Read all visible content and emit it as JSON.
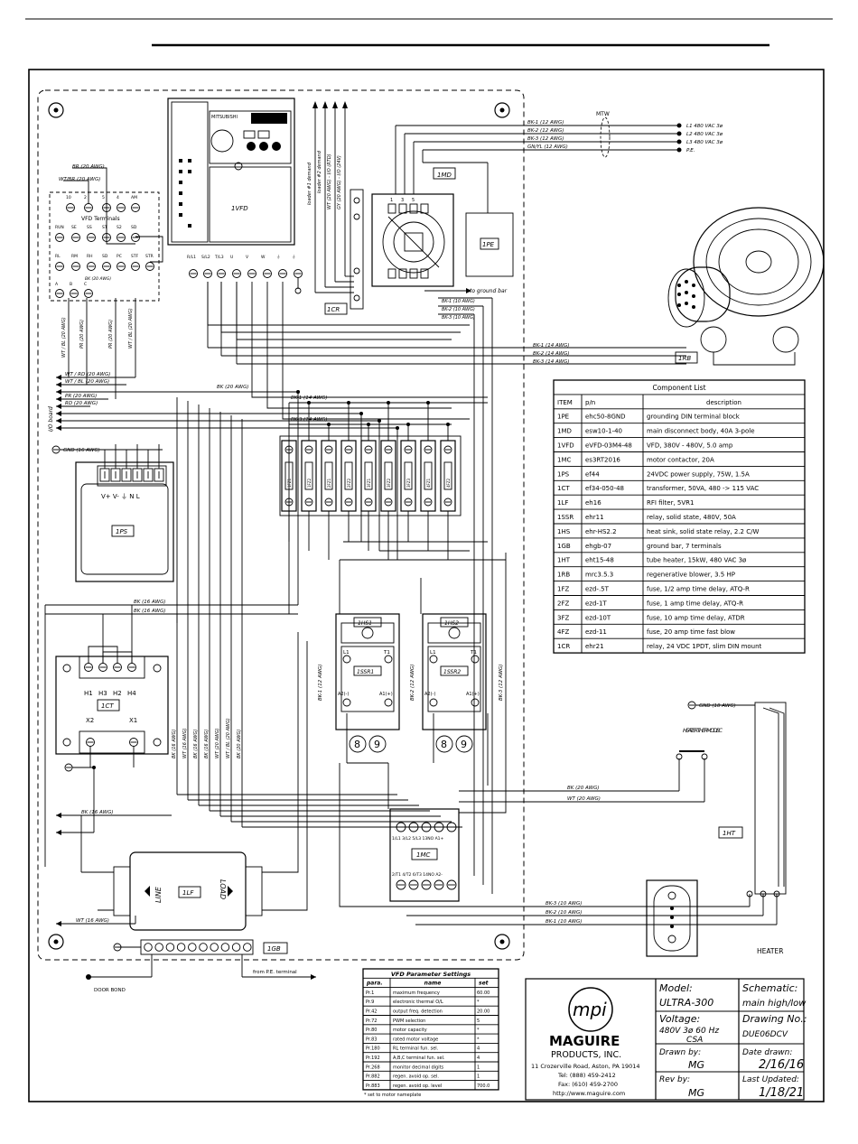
{
  "tb": {
    "model_label": "Model:",
    "model": "ULTRA-300",
    "schematic_label": "Schematic:",
    "schematic": "main high/low",
    "voltage_label": "Voltage:",
    "voltage": "480V 3ø 60 Hz",
    "voltage_sub": "CSA",
    "drawing_no_label": "Drawing No.:",
    "drawing_no": "DUE06DCV",
    "drawn_by_label": "Drawn by:",
    "drawn_by": "MG",
    "date_drawn_label": "Date drawn:",
    "date_drawn": "2/16/16",
    "rev_by_label": "Rev by:",
    "rev_by": "MG",
    "updated_label": "Last Updated:",
    "updated": "1/18/21",
    "logo": "mpi",
    "company": "MAGUIRE",
    "company_sub": "PRODUCTS, INC.",
    "addr": "11 Crozerville Road, Aston, PA 19014",
    "tel": "Tel: (888) 459-2412",
    "fax": "Fax: (610) 459-2700",
    "web": "http://www.maguire.com"
  },
  "comp": {
    "title": "Component List",
    "head": [
      "ITEM",
      "p/n",
      "description"
    ],
    "rows": [
      [
        "1PE",
        "ehc50-8GND",
        "grounding DIN terminal block"
      ],
      [
        "1MD",
        "esw10-1-40",
        "main disconnect body, 40A 3-pole"
      ],
      [
        "1VFD",
        "eVFD-03M4-48",
        "VFD, 380V - 480V, 5.0 amp"
      ],
      [
        "1MC",
        "es3RT2016",
        "motor contactor, 20A"
      ],
      [
        "1PS",
        "ef44",
        "24VDC power supply, 75W, 1.5A"
      ],
      [
        "1CT",
        "ef34-050-48",
        "transformer, 50VA, 480 -> 115 VAC"
      ],
      [
        "1LF",
        "eh16",
        "RFI filter, 5VR1"
      ],
      [
        "1SSR",
        "ehr11",
        "relay, solid state, 480V, 50A"
      ],
      [
        "1HS",
        "ehr-HS2.2",
        "heat sink, solid state relay, 2.2 C/W"
      ],
      [
        "1GB",
        "ehgb-07",
        "ground bar, 7 terminals"
      ],
      [
        "1HT",
        "eht15-48",
        "tube heater, 15kW, 480 VAC 3ø"
      ],
      [
        "1RB",
        "mrc3.5.3",
        "regenerative blower, 3.5 HP"
      ],
      [
        "1FZ",
        "ezd-.5T",
        "fuse, 1/2 amp time delay, ATQ-R"
      ],
      [
        "2FZ",
        "ezd-1T",
        "fuse, 1 amp time delay, ATQ-R"
      ],
      [
        "3FZ",
        "ezd-10T",
        "fuse, 10 amp time delay, ATDR"
      ],
      [
        "4FZ",
        "ezd-11",
        "fuse, 20 amp time fast blow"
      ],
      [
        "1CR",
        "ehr21",
        "relay, 24 VDC 1PDT, slim DIN mount"
      ]
    ]
  },
  "vfd": {
    "title": "VFD Parameter Settings",
    "head": [
      "para.",
      "name",
      "set"
    ],
    "rows": [
      [
        "Pr.1",
        "maximum frequency",
        "60.00"
      ],
      [
        "Pr.9",
        "electronic thermal O/L",
        "*"
      ],
      [
        "Pr.42",
        "output freq. detection",
        "20.00"
      ],
      [
        "Pr.72",
        "PWM selection",
        "5"
      ],
      [
        "Pr.80",
        "motor capacity",
        "*"
      ],
      [
        "Pr.83",
        "rated motor voltage",
        "*"
      ],
      [
        "Pr.180",
        "RL terminal fun. sel.",
        "4"
      ],
      [
        "Pr.192",
        "A,B,C terminal fun. sel.",
        "4"
      ],
      [
        "Pr.268",
        "monitor decimal digits",
        "1"
      ],
      [
        "Pr.882",
        "regen. avoid op. sel.",
        "1"
      ],
      [
        "Pr.883",
        "regen. avoid op. level",
        "700.0"
      ]
    ],
    "note": "* set to motor nameplate"
  },
  "lbl": {
    "mtw": "MTW",
    "l1": "L1 480 VAC 3ø",
    "l2": "L2 480 VAC 3ø",
    "l3": "L3 480 VAC 3ø",
    "pe": "P.E.",
    "bk1_12": "BK-1 (12 AWG)",
    "bk2_12": "BK-2 (12 AWG)",
    "bk3_12": "BK-3 (12 AWG)",
    "gnyl": "GN/YL (12 AWG)",
    "bk1_14": "BK-1 (14 AWG)",
    "bk2_14": "BK-2 (14 AWG)",
    "bk3_14": "BK-3 (14 AWG)",
    "bk1_10": "BK-1 (10 AWG)",
    "bk2_10": "BK-2 (10 AWG)",
    "bk3_10": "BK-3 (10 AWG)",
    "bk20": "BK (20 AWG)",
    "bk16": "BK (16 AWG)",
    "wt20": "WT (20 AWG)",
    "wt16": "WT (16 AWG)",
    "wtrd": "WT / RD (20 AWG)",
    "wtbl": "WT / BL (20 AWG)",
    "pr20": "PR (20 AWG)",
    "rd20": "RD (20 AWG)",
    "br20": "BR (20 AWG)",
    "wtbr": "WT/BR (20 AWG)",
    "gnd16": "GND (16 AWG)",
    "gnd18": "GND (18 AWG)",
    "ctrl1": "loader #1 demand",
    "ctrl2": "loader #2 demand",
    "ctrl3": "WT (20 AWG) - I/O (RTD)",
    "ctrl4": "GY (20 AWG) - I/O (24V)",
    "ground_bar": "to ground bar",
    "io_board": "I/O board",
    "vfd_terms": "VFD Terminals",
    "vfd_box": "1VFD",
    "mitsu": "MITSUBISHI",
    "md": "1MD",
    "pe_blk": "1PE",
    "cr": "1CR",
    "rb": "1RB",
    "ps": "1PS",
    "ps_terms": "V+ V- ⏚ N L",
    "ct": "1CT",
    "lf": "1LF",
    "line": "LINE",
    "load": "LOAD",
    "gb": "1GB",
    "door_bond": "DOOR BOND",
    "from_pe": "from P.E. terminal",
    "hs1": "1HS1",
    "hs2": "1HS2",
    "ssr1": "1SSR1",
    "ssr2": "1SSR2",
    "mc": "1MC",
    "mc_top": "1/L1 3/L2 5/L3 13NO A1+",
    "mc_bot": "2/T1 4/T2 6/T3 14NO A2-",
    "heater": "HEATER",
    "heater_td": "HEATER THERMODISC",
    "ht": "1HT",
    "n8": "8",
    "n9": "9",
    "fuses": [
      "1FZ1",
      "1FZ2",
      "2FZ1",
      "2FZ2",
      "3FZ1",
      "3FZ2",
      "3FZ3",
      "4FZ1",
      "4FZ2",
      "4FZ3"
    ],
    "vfd_t1": [
      "10",
      "2",
      "5",
      "4",
      "AM"
    ],
    "vfd_t2": [
      "RUN",
      "SE",
      "SS",
      "ST",
      "S2",
      "SD"
    ],
    "vfd_t3": [
      "RL",
      "RM",
      "RH",
      "SD",
      "PC",
      "STF",
      "STR"
    ],
    "vfd_t4": [
      "A",
      "B",
      "C"
    ],
    "vfd_pwr": [
      "R/L1",
      "S/L2",
      "T/L3",
      "U",
      "V",
      "W",
      "⏚",
      "⏚"
    ],
    "ct_h": [
      "H1",
      "H3",
      "H2",
      "H4"
    ],
    "ct_x": [
      "X2",
      "X1"
    ],
    "a2": "A2(-)",
    "a1": "A1(+)",
    "l1t": "L1",
    "t1t": "T1"
  }
}
